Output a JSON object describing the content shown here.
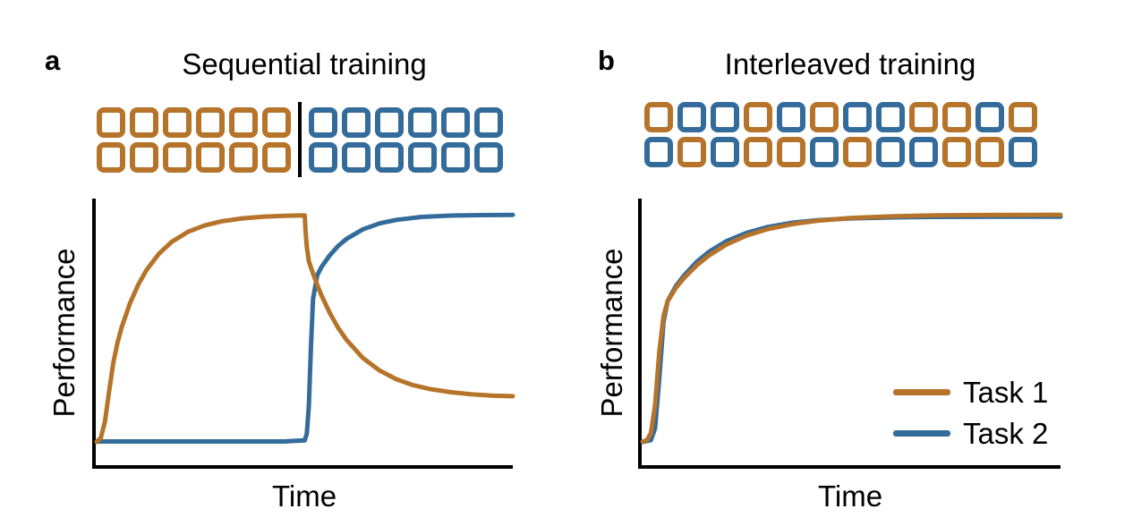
{
  "colors": {
    "task1": "#b5742a",
    "task2": "#336b9b",
    "axis": "#000000",
    "text": "#000000",
    "background": "#ffffff"
  },
  "panel_a": {
    "letter": "a",
    "title": "Sequential training",
    "ylabel": "Performance",
    "xlabel": "Time"
  },
  "panel_b": {
    "letter": "b",
    "title": "Interleaved training",
    "ylabel": "Performance",
    "xlabel": "Time"
  },
  "legend": {
    "position": "lower right of panel b",
    "items": [
      {
        "label": "Task 1",
        "color": "task1"
      },
      {
        "label": "Task 2",
        "color": "task2"
      }
    ]
  },
  "squares_a": {
    "description": "two rows of task-1 trial squares, vertical divider, two rows of task-2 trial squares",
    "groups": [
      {
        "rows": [
          [
            "t1",
            "t1",
            "t1",
            "t1",
            "t1",
            "t1"
          ],
          [
            "t1",
            "t1",
            "t1",
            "t1",
            "t1",
            "t1"
          ]
        ]
      },
      "divider",
      {
        "rows": [
          [
            "t2",
            "t2",
            "t2",
            "t2",
            "t2",
            "t2"
          ],
          [
            "t2",
            "t2",
            "t2",
            "t2",
            "t2",
            "t2"
          ]
        ]
      }
    ]
  },
  "squares_b": {
    "description": "two rows of interleaved task-1 / task-2 trial squares",
    "groups": [
      {
        "rows": [
          [
            "t1",
            "t2",
            "t2",
            "t1",
            "t2",
            "t1",
            "t2",
            "t2",
            "t1",
            "t1",
            "t2",
            "t1"
          ],
          [
            "t2",
            "t1",
            "t2",
            "t1",
            "t1",
            "t2",
            "t1",
            "t2",
            "t2",
            "t1",
            "t1",
            "t2"
          ]
        ]
      }
    ]
  },
  "chart_data": [
    {
      "type": "line",
      "title": "Sequential training",
      "xlabel": "Time",
      "ylabel": "Performance",
      "xlim": [
        0,
        1
      ],
      "ylim": [
        0,
        1
      ],
      "grid": false,
      "ticks": "none",
      "axis_style": "open left+bottom spines only",
      "legend": "none",
      "series": [
        {
          "name": "Task 2",
          "color": "task2",
          "z": 1,
          "points": [
            [
              0,
              0.002
            ],
            [
              0.3,
              0.002
            ],
            [
              0.45,
              0.002
            ],
            [
              0.5,
              0.007
            ],
            [
              0.505,
              0.036
            ],
            [
              0.51,
              0.157
            ],
            [
              0.515,
              0.424
            ],
            [
              0.52,
              0.629
            ],
            [
              0.53,
              0.734
            ],
            [
              0.54,
              0.769
            ],
            [
              0.56,
              0.821
            ],
            [
              0.58,
              0.862
            ],
            [
              0.6,
              0.893
            ],
            [
              0.64,
              0.936
            ],
            [
              0.68,
              0.962
            ],
            [
              0.72,
              0.977
            ],
            [
              0.78,
              0.99
            ],
            [
              0.85,
              0.996
            ],
            [
              0.92,
              0.998
            ],
            [
              1,
              0.999
            ]
          ]
        },
        {
          "name": "Task 1",
          "color": "task1",
          "z": 2,
          "points": [
            [
              0,
              0
            ],
            [
              0.01,
              0.017
            ],
            [
              0.02,
              0.09
            ],
            [
              0.03,
              0.225
            ],
            [
              0.04,
              0.348
            ],
            [
              0.05,
              0.437
            ],
            [
              0.06,
              0.504
            ],
            [
              0.08,
              0.61
            ],
            [
              0.1,
              0.692
            ],
            [
              0.12,
              0.757
            ],
            [
              0.15,
              0.829
            ],
            [
              0.18,
              0.88
            ],
            [
              0.22,
              0.925
            ],
            [
              0.26,
              0.953
            ],
            [
              0.3,
              0.971
            ],
            [
              0.35,
              0.984
            ],
            [
              0.4,
              0.991
            ],
            [
              0.45,
              0.995
            ],
            [
              0.5,
              0.997
            ],
            [
              0.502,
              0.93
            ],
            [
              0.505,
              0.86
            ],
            [
              0.51,
              0.795
            ],
            [
              0.515,
              0.767
            ],
            [
              0.52,
              0.741
            ],
            [
              0.53,
              0.691
            ],
            [
              0.54,
              0.646
            ],
            [
              0.56,
              0.568
            ],
            [
              0.58,
              0.503
            ],
            [
              0.6,
              0.45
            ],
            [
              0.64,
              0.369
            ],
            [
              0.68,
              0.314
            ],
            [
              0.72,
              0.276
            ],
            [
              0.76,
              0.25
            ],
            [
              0.8,
              0.233
            ],
            [
              0.85,
              0.219
            ],
            [
              0.9,
              0.21
            ],
            [
              0.95,
              0.204
            ],
            [
              1,
              0.201
            ]
          ]
        }
      ]
    },
    {
      "type": "line",
      "title": "Interleaved training",
      "xlabel": "Time",
      "ylabel": "Performance",
      "xlim": [
        0,
        1
      ],
      "ylim": [
        0,
        1
      ],
      "grid": false,
      "ticks": "none",
      "axis_style": "open left+bottom spines only",
      "legend": "lower right",
      "series": [
        {
          "name": "Task 2",
          "color": "task2",
          "z": 1,
          "points": [
            [
              0,
              0
            ],
            [
              0.02,
              0.008
            ],
            [
              0.03,
              0.06
            ],
            [
              0.04,
              0.281
            ],
            [
              0.05,
              0.528
            ],
            [
              0.06,
              0.62
            ],
            [
              0.08,
              0.687
            ],
            [
              0.1,
              0.734
            ],
            [
              0.13,
              0.793
            ],
            [
              0.16,
              0.838
            ],
            [
              0.2,
              0.883
            ],
            [
              0.25,
              0.921
            ],
            [
              0.3,
              0.946
            ],
            [
              0.36,
              0.965
            ],
            [
              0.42,
              0.976
            ],
            [
              0.5,
              0.984
            ],
            [
              0.6,
              0.988
            ],
            [
              0.7,
              0.99
            ],
            [
              0.85,
              0.991
            ],
            [
              1,
              0.9915
            ]
          ]
        },
        {
          "name": "Task 1",
          "color": "task1",
          "z": 2,
          "points": [
            [
              0,
              0.001
            ],
            [
              0.01,
              0.007
            ],
            [
              0.02,
              0.038
            ],
            [
              0.03,
              0.162
            ],
            [
              0.04,
              0.397
            ],
            [
              0.05,
              0.554
            ],
            [
              0.06,
              0.619
            ],
            [
              0.08,
              0.679
            ],
            [
              0.1,
              0.723
            ],
            [
              0.13,
              0.778
            ],
            [
              0.16,
              0.822
            ],
            [
              0.2,
              0.868
            ],
            [
              0.25,
              0.909
            ],
            [
              0.3,
              0.937
            ],
            [
              0.36,
              0.959
            ],
            [
              0.42,
              0.974
            ],
            [
              0.5,
              0.986
            ],
            [
              0.6,
              0.993
            ],
            [
              0.7,
              0.997
            ],
            [
              0.8,
              0.9985
            ],
            [
              0.9,
              0.999
            ],
            [
              1,
              0.9995
            ]
          ]
        }
      ]
    }
  ]
}
